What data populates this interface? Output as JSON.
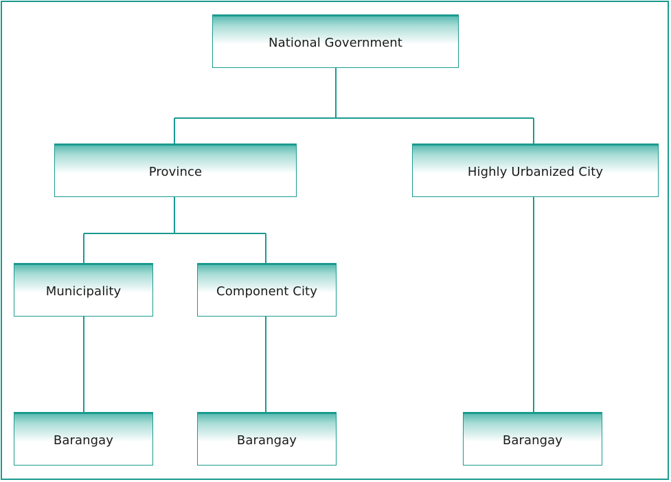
{
  "diagram": {
    "nodes": {
      "national": "National Government",
      "province": "Province",
      "huc": "Highly Urbanized City",
      "municipality": "Municipality",
      "component_city": "Component City",
      "barangay_municipality": "Barangay",
      "barangay_component_city": "Barangay",
      "barangay_huc": "Barangay"
    },
    "edges": [
      [
        "national",
        "province"
      ],
      [
        "national",
        "huc"
      ],
      [
        "province",
        "municipality"
      ],
      [
        "province",
        "component_city"
      ],
      [
        "municipality",
        "barangay_municipality"
      ],
      [
        "component_city",
        "barangay_component_city"
      ],
      [
        "huc",
        "barangay_huc"
      ]
    ],
    "colors": {
      "accent": "#1a9a8e",
      "gradient_top": "#5cbcb2",
      "text": "#1a1a1a"
    }
  }
}
